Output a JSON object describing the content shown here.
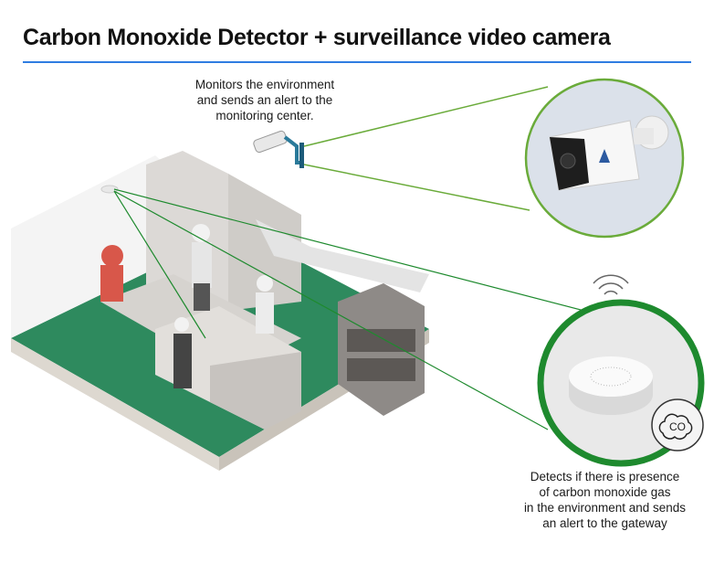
{
  "title": "Carbon Monoxide Detector + surveillance video camera",
  "camera_note": [
    "Monitors the environment",
    "and sends an alert to the",
    "monitoring center."
  ],
  "detector_note": [
    "Detects if there is presence",
    "of carbon monoxide gas",
    "in the environment and sends",
    "an alert to the gateway"
  ],
  "co_badge": "CO",
  "colors": {
    "accent_line": "#2f7de1",
    "camera_ring": "#6aab3a",
    "detector_ring": "#1e8a2e",
    "floor": "#2e8a5e"
  }
}
